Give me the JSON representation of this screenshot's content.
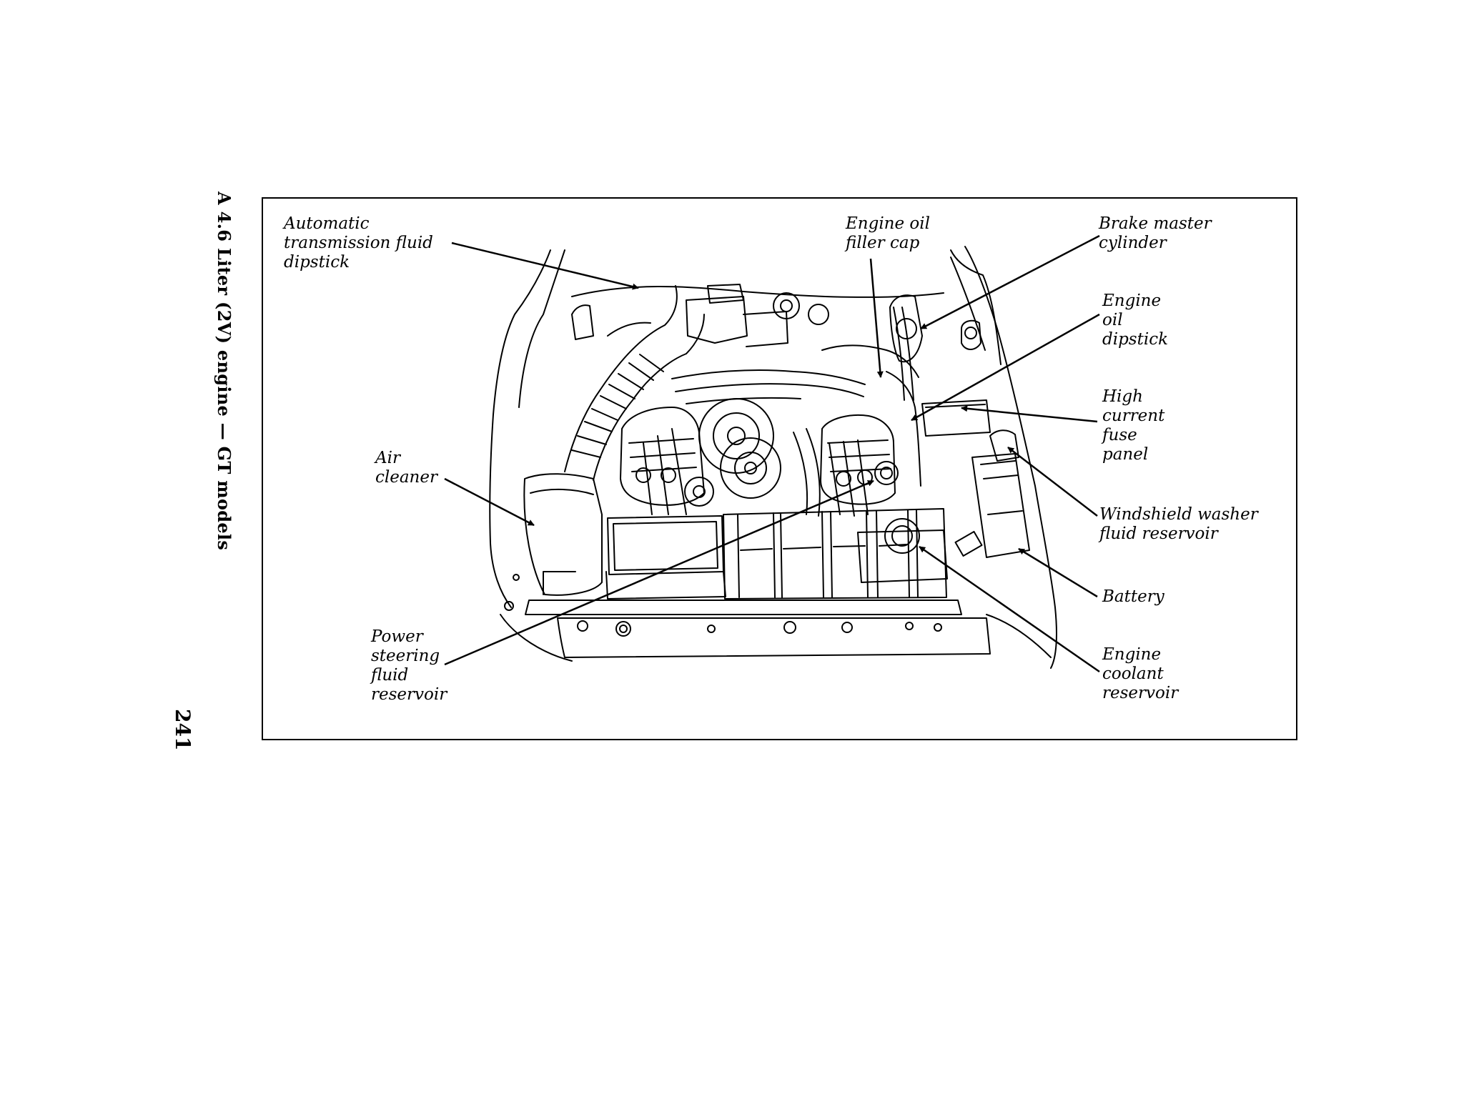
{
  "page": {
    "number": "241",
    "side_title": "A 4.6 Liter (2V) engine — GT models"
  },
  "figure": {
    "labels": {
      "atf_dipstick": "Automatic\ntransmission fluid\ndipstick",
      "engine_oil_filler_cap": "Engine oil\nfiller cap",
      "brake_master_cylinder": "Brake master\ncylinder",
      "engine_oil_dipstick": "Engine\noil\ndipstick",
      "high_current_fuse_panel": "High\ncurrent\nfuse\npanel",
      "air_cleaner": "Air\ncleaner",
      "windshield_washer_reservoir": "Windshield washer\nfluid reservoir",
      "battery": "Battery",
      "power_steering_reservoir": "Power\nsteering\nfluid\nreservoir",
      "engine_coolant_reservoir": "Engine\ncoolant\nreservoir"
    }
  }
}
